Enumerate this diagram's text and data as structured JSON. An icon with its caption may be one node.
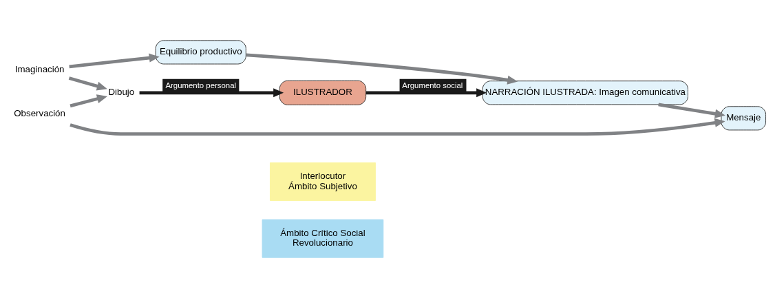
{
  "diagram": {
    "nodes": [
      {
        "text": [
          "Ámbito Crítico Social",
          "Revolucionario"
        ]
      },
      {
        "text": [
          "Interlocutor",
          "Ámbito Subjetivo"
        ]
      },
      {
        "text": [
          "Mensaje"
        ]
      },
      {
        "text": [
          "Equilibrio productivo"
        ]
      },
      {
        "text": [
          "ILUSTRADOR"
        ]
      },
      {
        "text": [
          "NARRACIÓN ILUSTRADA: Imagen comunicativa"
        ]
      },
      {
        "text": [
          "Observación"
        ]
      },
      {
        "text": [
          "Dibujo"
        ]
      },
      {
        "text": [
          "Imaginación"
        ]
      }
    ],
    "edges": [
      {
        "from": 6,
        "to": 2,
        "arrow": "to"
      },
      {
        "from": 6,
        "to": 7,
        "arrow": "to"
      },
      {
        "from": 5,
        "to": 2,
        "arrow": "to"
      },
      {
        "from": 8,
        "to": 7,
        "arrow": "to"
      },
      {
        "from": 8,
        "to": 3,
        "arrow": "to"
      },
      {
        "from": 3,
        "to": 5,
        "arrow": "to"
      },
      {
        "from": 7,
        "to": 4,
        "arrow": "to",
        "label": "Argumento personal",
        "color": "#1a1a1a"
      },
      {
        "from": 4,
        "to": 5,
        "arrow": "to",
        "label": "Argumento social",
        "color": "#1a1a1a"
      }
    ]
  }
}
